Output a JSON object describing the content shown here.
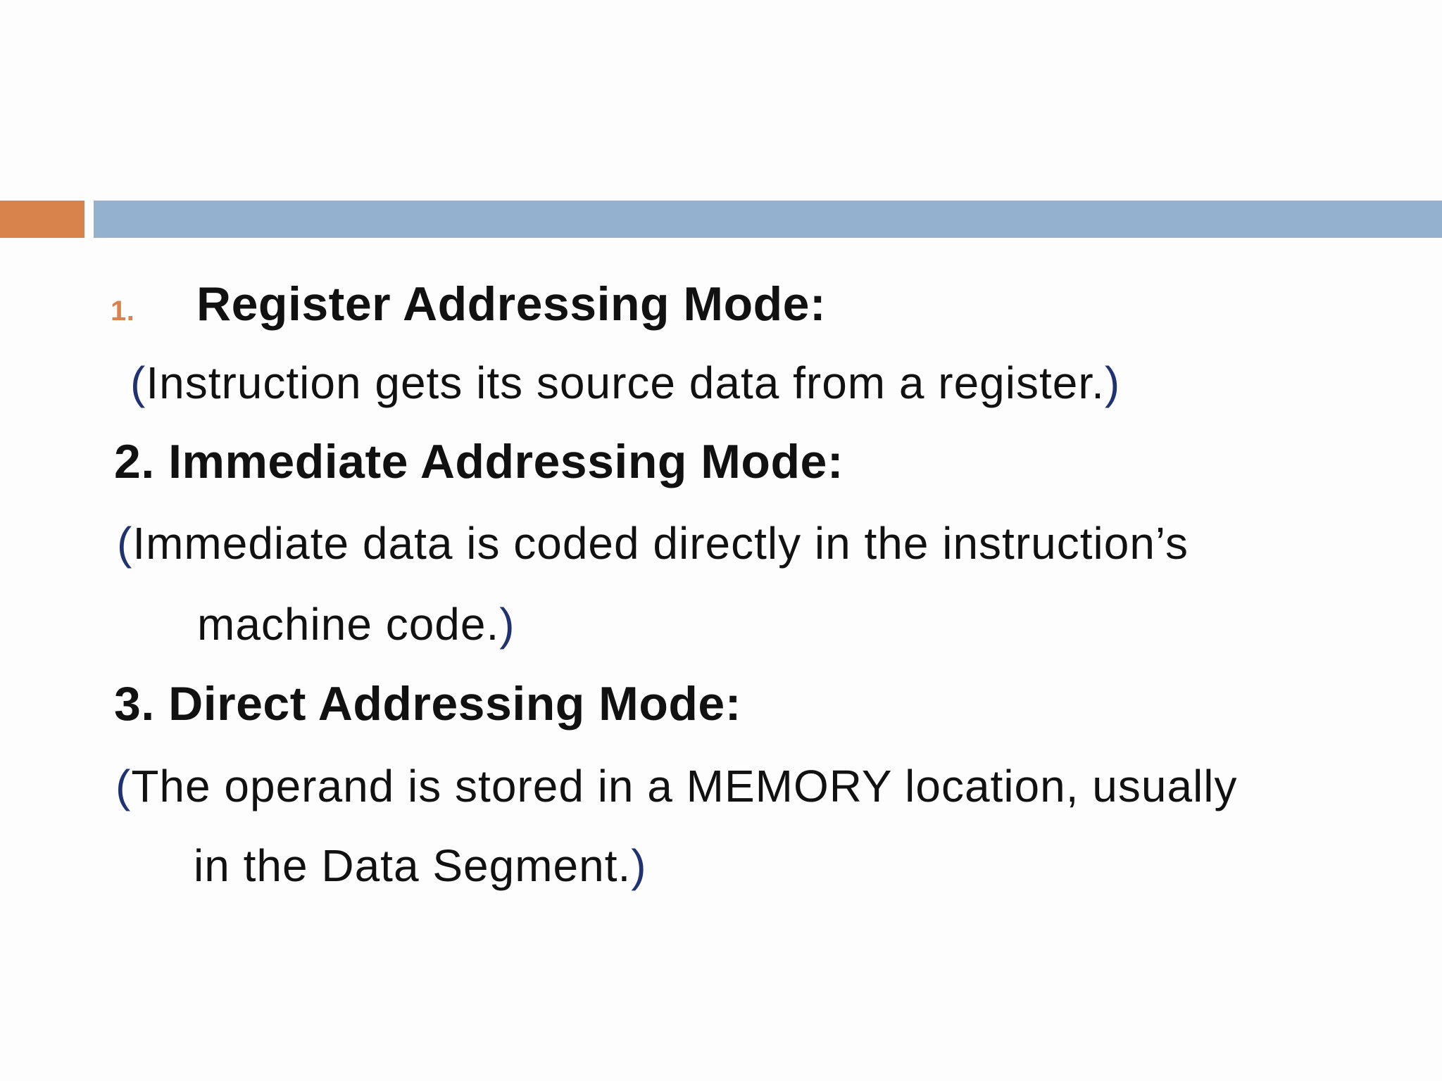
{
  "slide": {
    "colors": {
      "background": "#fdfdfd",
      "accent_orange": "#d7834b",
      "accent_blue": "#94b2d0",
      "paren_navy": "#1f3372",
      "text": "#111111"
    },
    "lines": [
      {
        "kind": "numbered-heading",
        "number": "1.",
        "text": "Register Addressing Mode:"
      },
      {
        "kind": "body",
        "open": "(",
        "text": "Instruction gets its source data from a register.",
        "close": ")"
      },
      {
        "kind": "heading",
        "text": "2. Immediate Addressing Mode:"
      },
      {
        "kind": "body",
        "open": "(",
        "text": "Immediate data is coded directly in the instruction’s"
      },
      {
        "kind": "body-wrap",
        "text": "machine code.",
        "close": ")"
      },
      {
        "kind": "heading",
        "text": "3. Direct Addressing Mode:"
      },
      {
        "kind": "body",
        "open": "(",
        "text": "The operand is stored in a MEMORY location, usually"
      },
      {
        "kind": "body-wrap",
        "text": "in the Data Segment.",
        "close": ")"
      }
    ]
  }
}
